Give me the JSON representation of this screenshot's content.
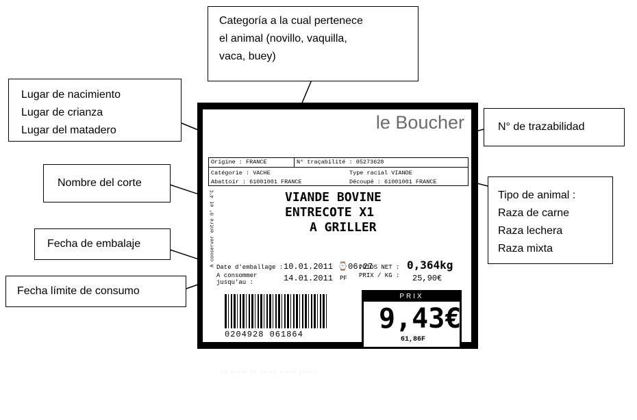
{
  "callouts": {
    "categoria": [
      "Categoría a la cual pertenece",
      "el animal (novillo, vaquilla,",
      "vaca, buey)"
    ],
    "lugar": [
      "Lugar de nacimiento",
      "Lugar de crianza",
      "Lugar del matadero"
    ],
    "trazabilidad": "N° de trazabilidad",
    "corte": "Nombre del corte",
    "tipo": [
      "Tipo de animal :",
      "Raza de carne",
      "Raza lechera",
      "Raza mixta"
    ],
    "embalaje": "Fecha de embalaje",
    "consumo": "Fecha límite de consumo"
  },
  "label": {
    "brand": "le Boucher",
    "origine": "Origine : FRANCE",
    "tracabilite": "N° traçabilité : 05273628",
    "categorie": "Catégorie : VACHE",
    "type_racial": "Type racial VIANDE",
    "abattoir": "Abattoir : 61001001 FRANCE",
    "decoupe": "Découpé : 61001001 FRANCE",
    "side_text": "A conserver entre 0° et 4°C",
    "product_line1": "VIANDE BOVINE",
    "product_line2": "ENTRECOTE X1",
    "product_line3": "A GRILLER",
    "emballage_label": "Date d'emballage :",
    "emballage_value": "10.01.2011 ⌚06:27",
    "consommer_label1": "A consommer",
    "consommer_label2": "jusqu'au :",
    "consommer_value": "14.01.2011",
    "pf": "PF",
    "poids_label": "POIDS NET :",
    "poids_value": "0,364kg",
    "prix_kg_label": "PRIX / KG :",
    "prix_kg_value": "25,90€",
    "barcode_digits": "0204928 061864",
    "prix_header": "PRIX",
    "prix_value": "9,43€",
    "prix_francs": "61,86F"
  }
}
